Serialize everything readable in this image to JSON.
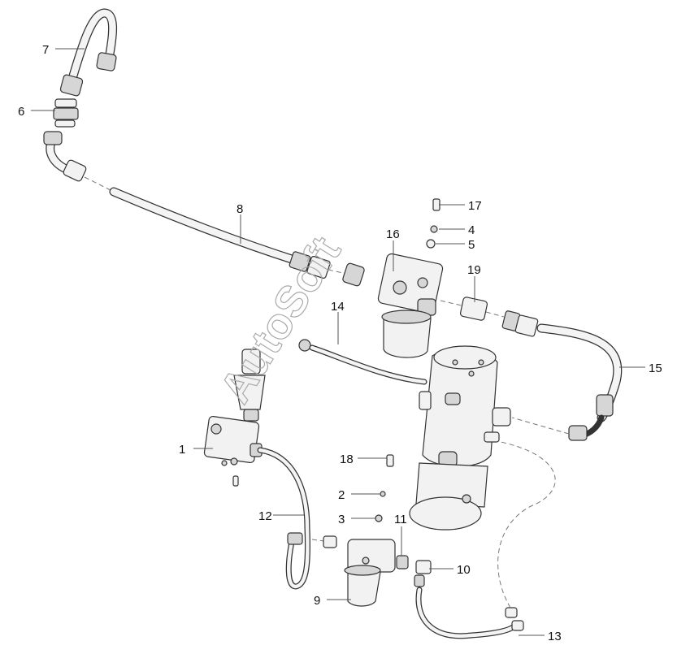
{
  "diagram": {
    "callouts": [
      {
        "id": "c1",
        "label": "1"
      },
      {
        "id": "c2",
        "label": "2"
      },
      {
        "id": "c3",
        "label": "3"
      },
      {
        "id": "c4",
        "label": "4"
      },
      {
        "id": "c5",
        "label": "5"
      },
      {
        "id": "c6",
        "label": "6"
      },
      {
        "id": "c7",
        "label": "7"
      },
      {
        "id": "c8",
        "label": "8"
      },
      {
        "id": "c9",
        "label": "9"
      },
      {
        "id": "c10",
        "label": "10"
      },
      {
        "id": "c11",
        "label": "11"
      },
      {
        "id": "c12",
        "label": "12"
      },
      {
        "id": "c13",
        "label": "13"
      },
      {
        "id": "c14",
        "label": "14"
      },
      {
        "id": "c15",
        "label": "15"
      },
      {
        "id": "c16",
        "label": "16"
      },
      {
        "id": "c17",
        "label": "17"
      },
      {
        "id": "c18",
        "label": "18"
      },
      {
        "id": "c19",
        "label": "19"
      }
    ],
    "watermark": "AutoSoft"
  }
}
